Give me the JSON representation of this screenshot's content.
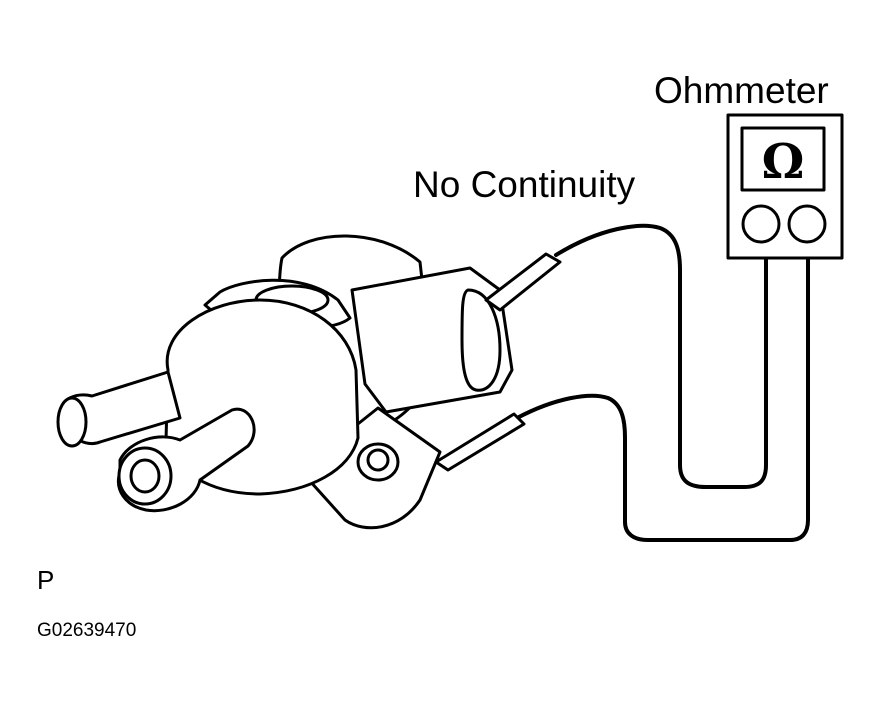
{
  "labels": {
    "ohmmeter": "Ohmmeter",
    "result": "No Continuity",
    "view_letter": "P",
    "figure_code": "G02639470"
  },
  "meter": {
    "symbol": "Ω"
  },
  "colors": {
    "ink": "#000000",
    "paper": "#ffffff"
  }
}
